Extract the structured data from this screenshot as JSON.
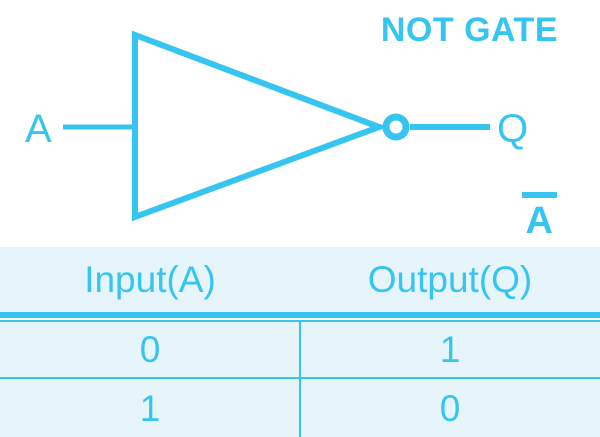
{
  "colors": {
    "accent": "#35C5F0",
    "table_background": "#E6F4FB",
    "page_background": "#FFFFFF"
  },
  "diagram": {
    "title": "NOT GATE",
    "input_label": "A",
    "output_label": "Q",
    "output_expression": "A",
    "output_expression_overline": true
  },
  "truth_table": {
    "headers": [
      "Input(A)",
      "Output(Q)"
    ],
    "rows": [
      [
        "0",
        "1"
      ],
      [
        "1",
        "0"
      ]
    ]
  }
}
